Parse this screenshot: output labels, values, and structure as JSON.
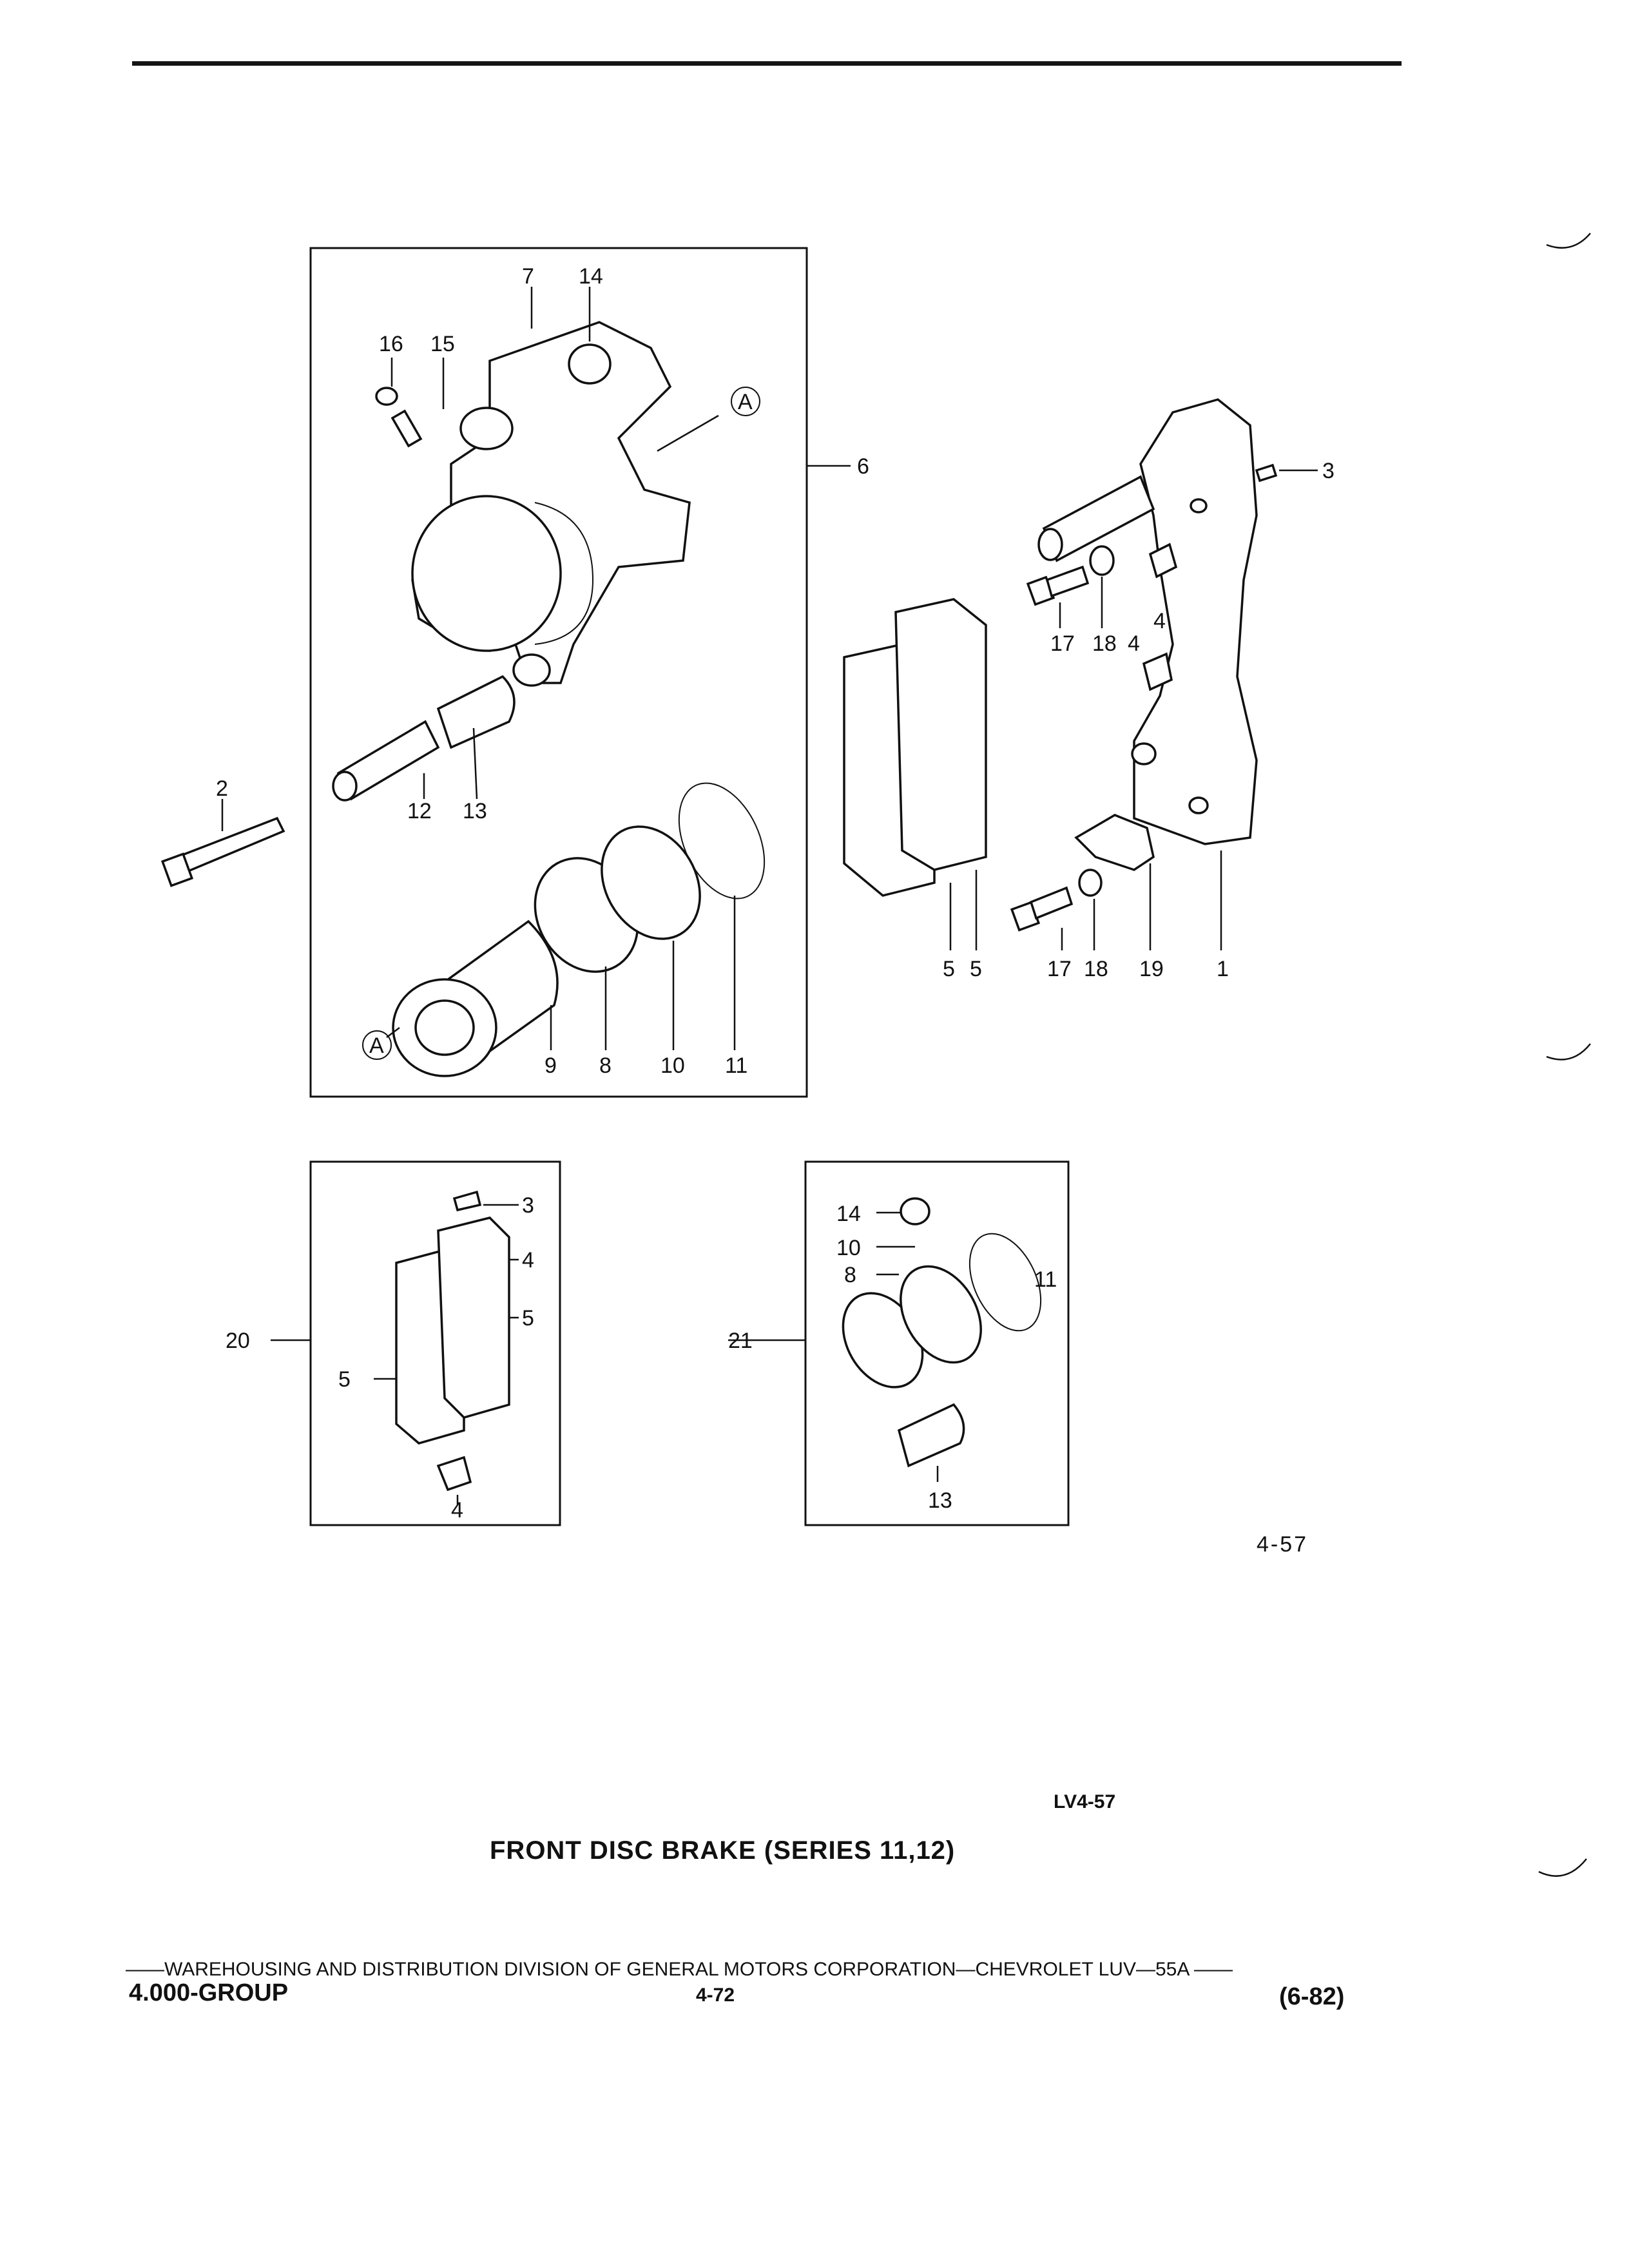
{
  "figure": {
    "label": "4-57",
    "code": "LV4-57",
    "title": "FRONT DISC BRAKE (SERIES 11,12)",
    "callouts": [
      "1",
      "2",
      "3",
      "4",
      "5",
      "6",
      "7",
      "8",
      "9",
      "10",
      "11",
      "12",
      "13",
      "14",
      "15",
      "16",
      "17",
      "18",
      "19",
      "20",
      "21",
      "A"
    ]
  },
  "footer": {
    "division_line": "——WAREHOUSING AND DISTRIBUTION  DIVISION OF GENERAL MOTORS CORPORATION—CHEVROLET LUV—55A  ——",
    "group": "4.000-GROUP",
    "page": "4-72",
    "date": "(6-82)"
  }
}
